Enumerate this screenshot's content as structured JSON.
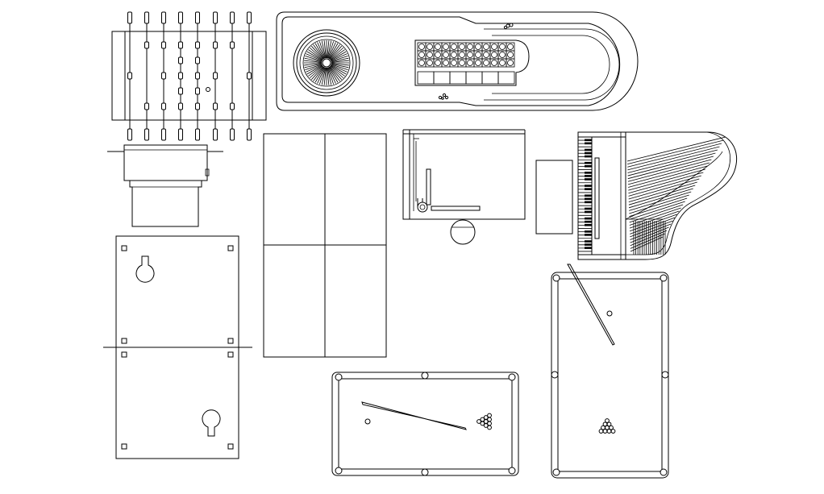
{
  "drawing": {
    "background": "#ffffff",
    "line_color": "#000000",
    "objects": [
      {
        "name": "foosball-table"
      },
      {
        "name": "roulette-table"
      },
      {
        "name": "hot-tub"
      },
      {
        "name": "table-tennis-table"
      },
      {
        "name": "drafting-table"
      },
      {
        "name": "grand-piano"
      },
      {
        "name": "air-hockey-table"
      },
      {
        "name": "pool-table-horizontal"
      },
      {
        "name": "pool-table-vertical"
      }
    ]
  }
}
